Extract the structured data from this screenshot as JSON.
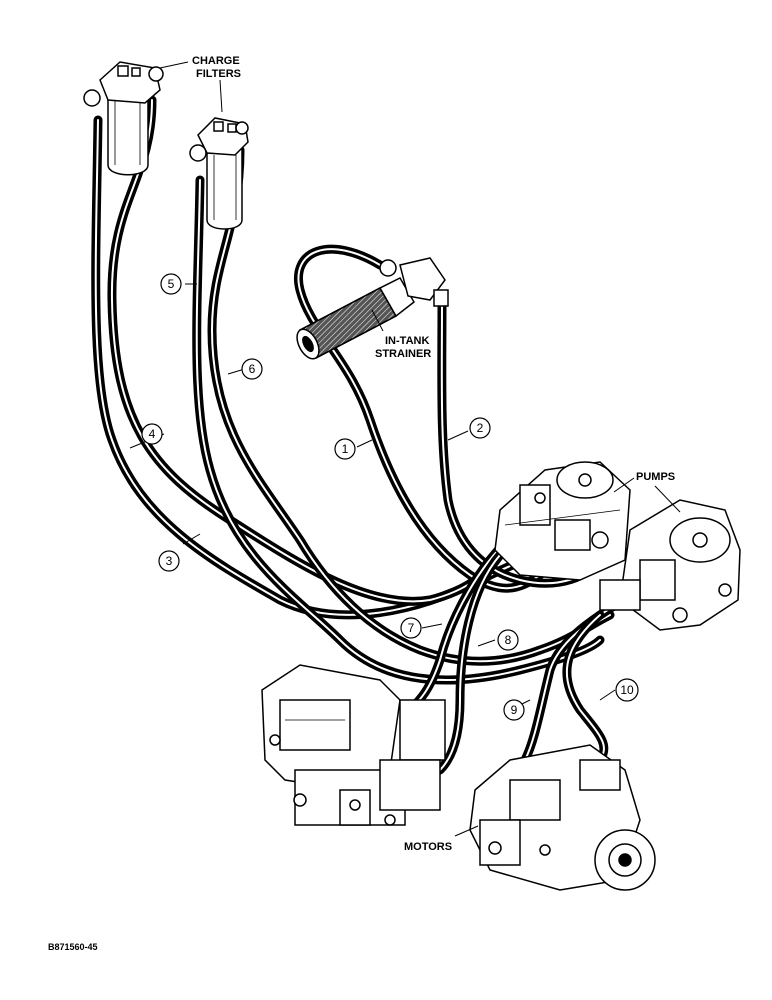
{
  "labels": {
    "charge_filters_1": "CHARGE",
    "charge_filters_2": "FILTERS",
    "in_tank_1": "IN-TANK",
    "in_tank_2": "STRAINER",
    "pumps": "PUMPS",
    "motors": "MOTORS"
  },
  "callouts": [
    "1",
    "2",
    "3",
    "4",
    "5",
    "6",
    "7",
    "8",
    "9",
    "10"
  ],
  "figure_code": "B871560-45",
  "colors": {
    "line": "#000000",
    "background": "#ffffff"
  }
}
